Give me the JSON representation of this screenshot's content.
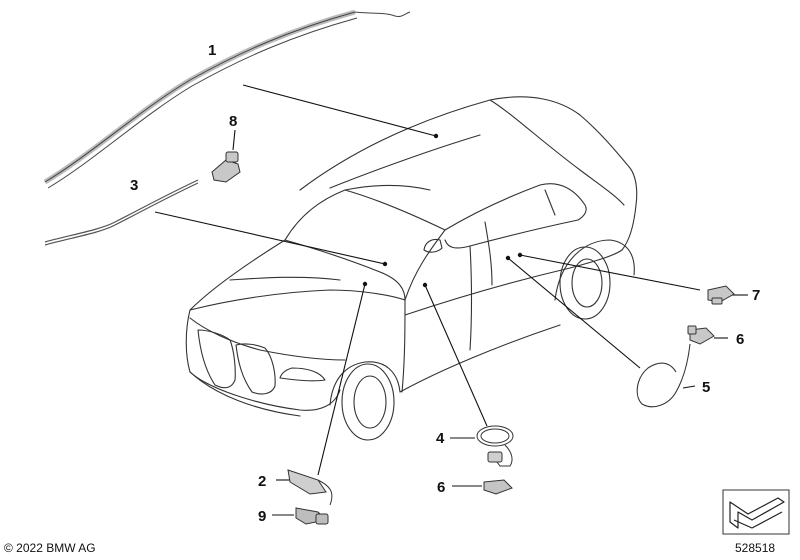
{
  "callouts": {
    "c1": "1",
    "c2": "2",
    "c3": "3",
    "c4": "4",
    "c5": "5",
    "c6a": "6",
    "c6b": "6",
    "c7": "7",
    "c8": "8",
    "c9": "9"
  },
  "footer": {
    "copyright": "© 2022 BMW AG",
    "diagram_number": "528518"
  },
  "icons": {
    "orientation": "arrow-corner-icon"
  }
}
